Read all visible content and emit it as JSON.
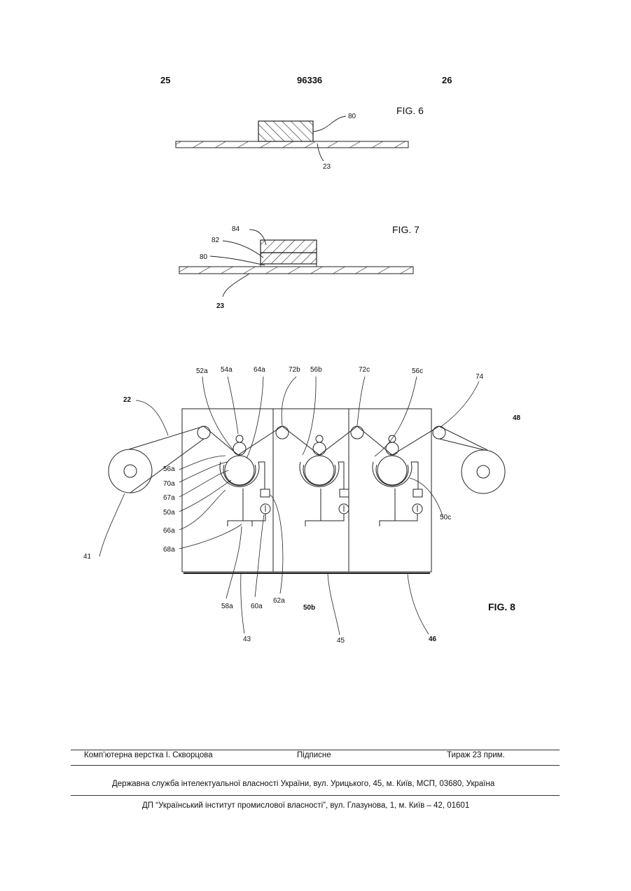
{
  "header": {
    "left_page": "25",
    "patent_number": "96336",
    "right_page": "26"
  },
  "fig6": {
    "title": "FIG. 6",
    "labels": {
      "80": "80",
      "23": "23"
    }
  },
  "fig7": {
    "title": "FIG. 7",
    "labels": {
      "84": "84",
      "82": "82",
      "80": "80",
      "23": "23"
    }
  },
  "fig8": {
    "title": "FIG. 8",
    "labels": {
      "52a": "52a",
      "54a": "54a",
      "64a": "64a",
      "72b": "72b",
      "56b": "56b",
      "72c": "72c",
      "56c": "56c",
      "74": "74",
      "22": "22",
      "48": "48",
      "56a": "56a",
      "70a": "70a",
      "67a": "67a",
      "50a": "50a",
      "66a": "66a",
      "68a": "68a",
      "41": "41",
      "50c": "50c",
      "58a": "58a",
      "60a": "60a",
      "62a": "62a",
      "50b": "50b",
      "43": "43",
      "45": "45",
      "46": "46"
    }
  },
  "footer": {
    "typesetting": "Комп’ютерна верстка І. Скворцова",
    "signed": "Підписне",
    "circulation": "Тираж 23 прим.",
    "agency": "Державна служба інтелектуальної власності України, вул. Урицького, 45, м. Київ, МСП, 03680, Україна",
    "institute": "ДП “Український інститут промислової власності”, вул. Глазунова, 1, м. Київ – 42, 01601"
  }
}
